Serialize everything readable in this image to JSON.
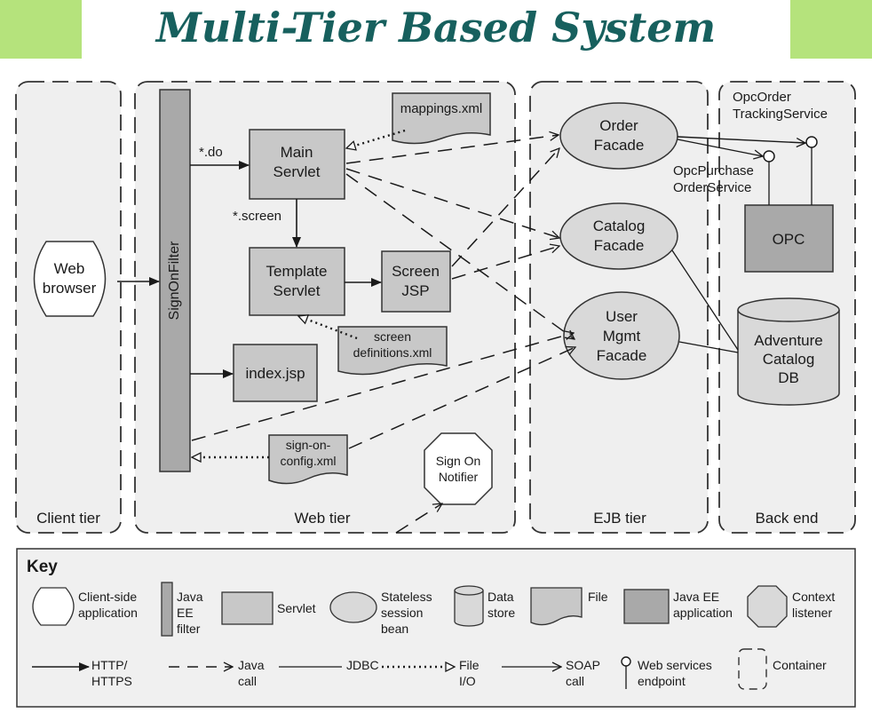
{
  "title": "Multi-Tier Based System",
  "colors": {
    "banner": "#b5e37c",
    "title": "#17605e",
    "component_fill": "#c8c8c8",
    "background": "#ffffff"
  },
  "tiers": {
    "client": "Client tier",
    "web": "Web tier",
    "ejb": "EJB tier",
    "backend": "Back end"
  },
  "components": {
    "web_browser": [
      "Web",
      "browser"
    ],
    "sign_on_filter": "SignOnFilter",
    "main_servlet": [
      "Main",
      "Servlet"
    ],
    "template_servlet": [
      "Template",
      "Servlet"
    ],
    "screen_jsp": [
      "Screen",
      "JSP"
    ],
    "index_jsp": "index.jsp",
    "mappings_xml": "mappings.xml",
    "screen_definitions": [
      "screen",
      "definitions.xml"
    ],
    "sign_on_config": [
      "sign-on-",
      "config.xml"
    ],
    "sign_on_notifier": [
      "Sign On",
      "Notifier"
    ],
    "order_facade": [
      "Order",
      "Facade"
    ],
    "catalog_facade": [
      "Catalog",
      "Facade"
    ],
    "user_mgmt_facade": [
      "User",
      "Mgmt",
      "Facade"
    ],
    "opc": "OPC",
    "adventure_db": [
      "Adventure",
      "Catalog",
      "DB"
    ],
    "opc_order_tracking": [
      "OpcOrder",
      "TrackingService"
    ],
    "opc_purchase_order": [
      "OpcPurchase",
      "OrderService"
    ]
  },
  "labels": {
    "do": "*.do",
    "screen": "*.screen"
  },
  "key": {
    "title": "Key",
    "client_app": [
      "Client-side",
      "application"
    ],
    "java_ee_filter": [
      "Java",
      "EE",
      "filter"
    ],
    "servlet": "Servlet",
    "stateless_bean": [
      "Stateless",
      "session",
      "bean"
    ],
    "data_store": [
      "Data",
      "store"
    ],
    "file": "File",
    "java_ee_app": [
      "Java EE",
      "application"
    ],
    "context_listener": [
      "Context",
      "listener"
    ],
    "http": [
      "HTTP/",
      "HTTPS"
    ],
    "java_call": [
      "Java",
      "call"
    ],
    "jdbc": "JDBC",
    "file_io": [
      "File",
      "I/O"
    ],
    "soap": [
      "SOAP",
      "call"
    ],
    "ws_endpoint": [
      "Web services",
      "endpoint"
    ],
    "container": "Container"
  }
}
